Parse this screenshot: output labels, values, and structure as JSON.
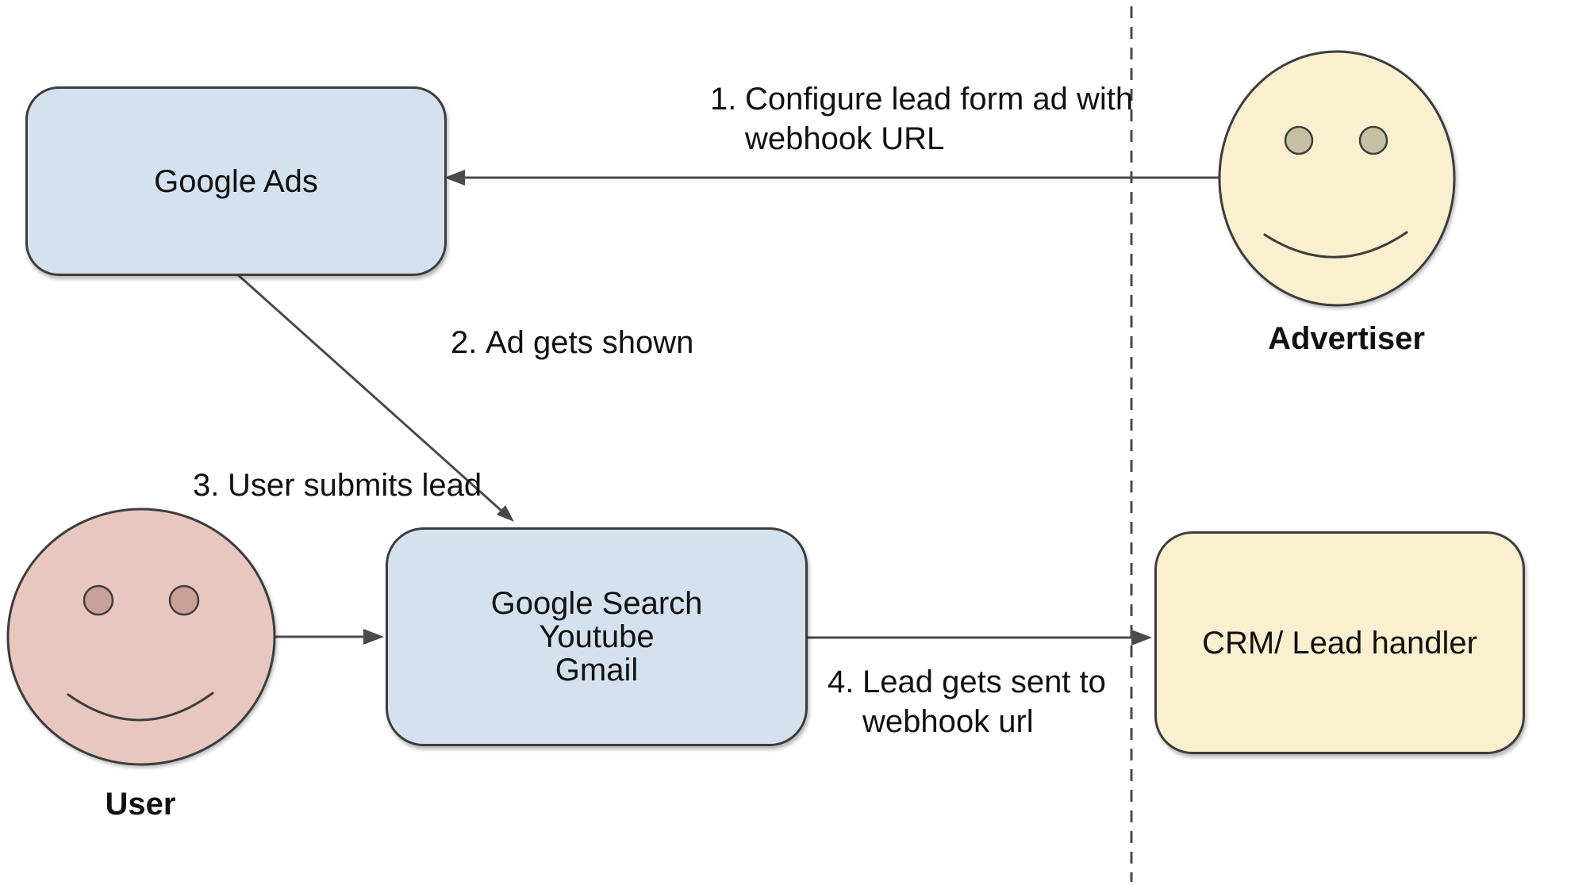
{
  "boxes": {
    "google_ads": {
      "label": "Google Ads"
    },
    "google_surfaces": {
      "line1": "Google Search",
      "line2": "Youtube",
      "line3": "Gmail"
    },
    "crm": {
      "label": "CRM/ Lead handler"
    }
  },
  "actors": {
    "advertiser": {
      "label": "Advertiser"
    },
    "user": {
      "label": "User"
    }
  },
  "steps": {
    "s1": {
      "num": "1.",
      "line1": "Configure lead form ad with",
      "line2": "webhook URL"
    },
    "s2": {
      "num": "2.",
      "text": "Ad gets shown"
    },
    "s3": {
      "num": "3.",
      "text": "User submits lead"
    },
    "s4": {
      "num": "4.",
      "line1": "Lead gets sent to",
      "line2": "webhook url"
    }
  },
  "colors": {
    "box_blue": "#d4e2f0",
    "box_yellow": "#faf0d0",
    "user_face": "#e7c7be",
    "user_eyes": "#c9a198",
    "advertiser_face": "#faf0d0",
    "advertiser_eyes": "#c6c0a5",
    "stroke_dark": "#3d3d3d",
    "connector": "#4a4a4a",
    "text": "#111111"
  }
}
